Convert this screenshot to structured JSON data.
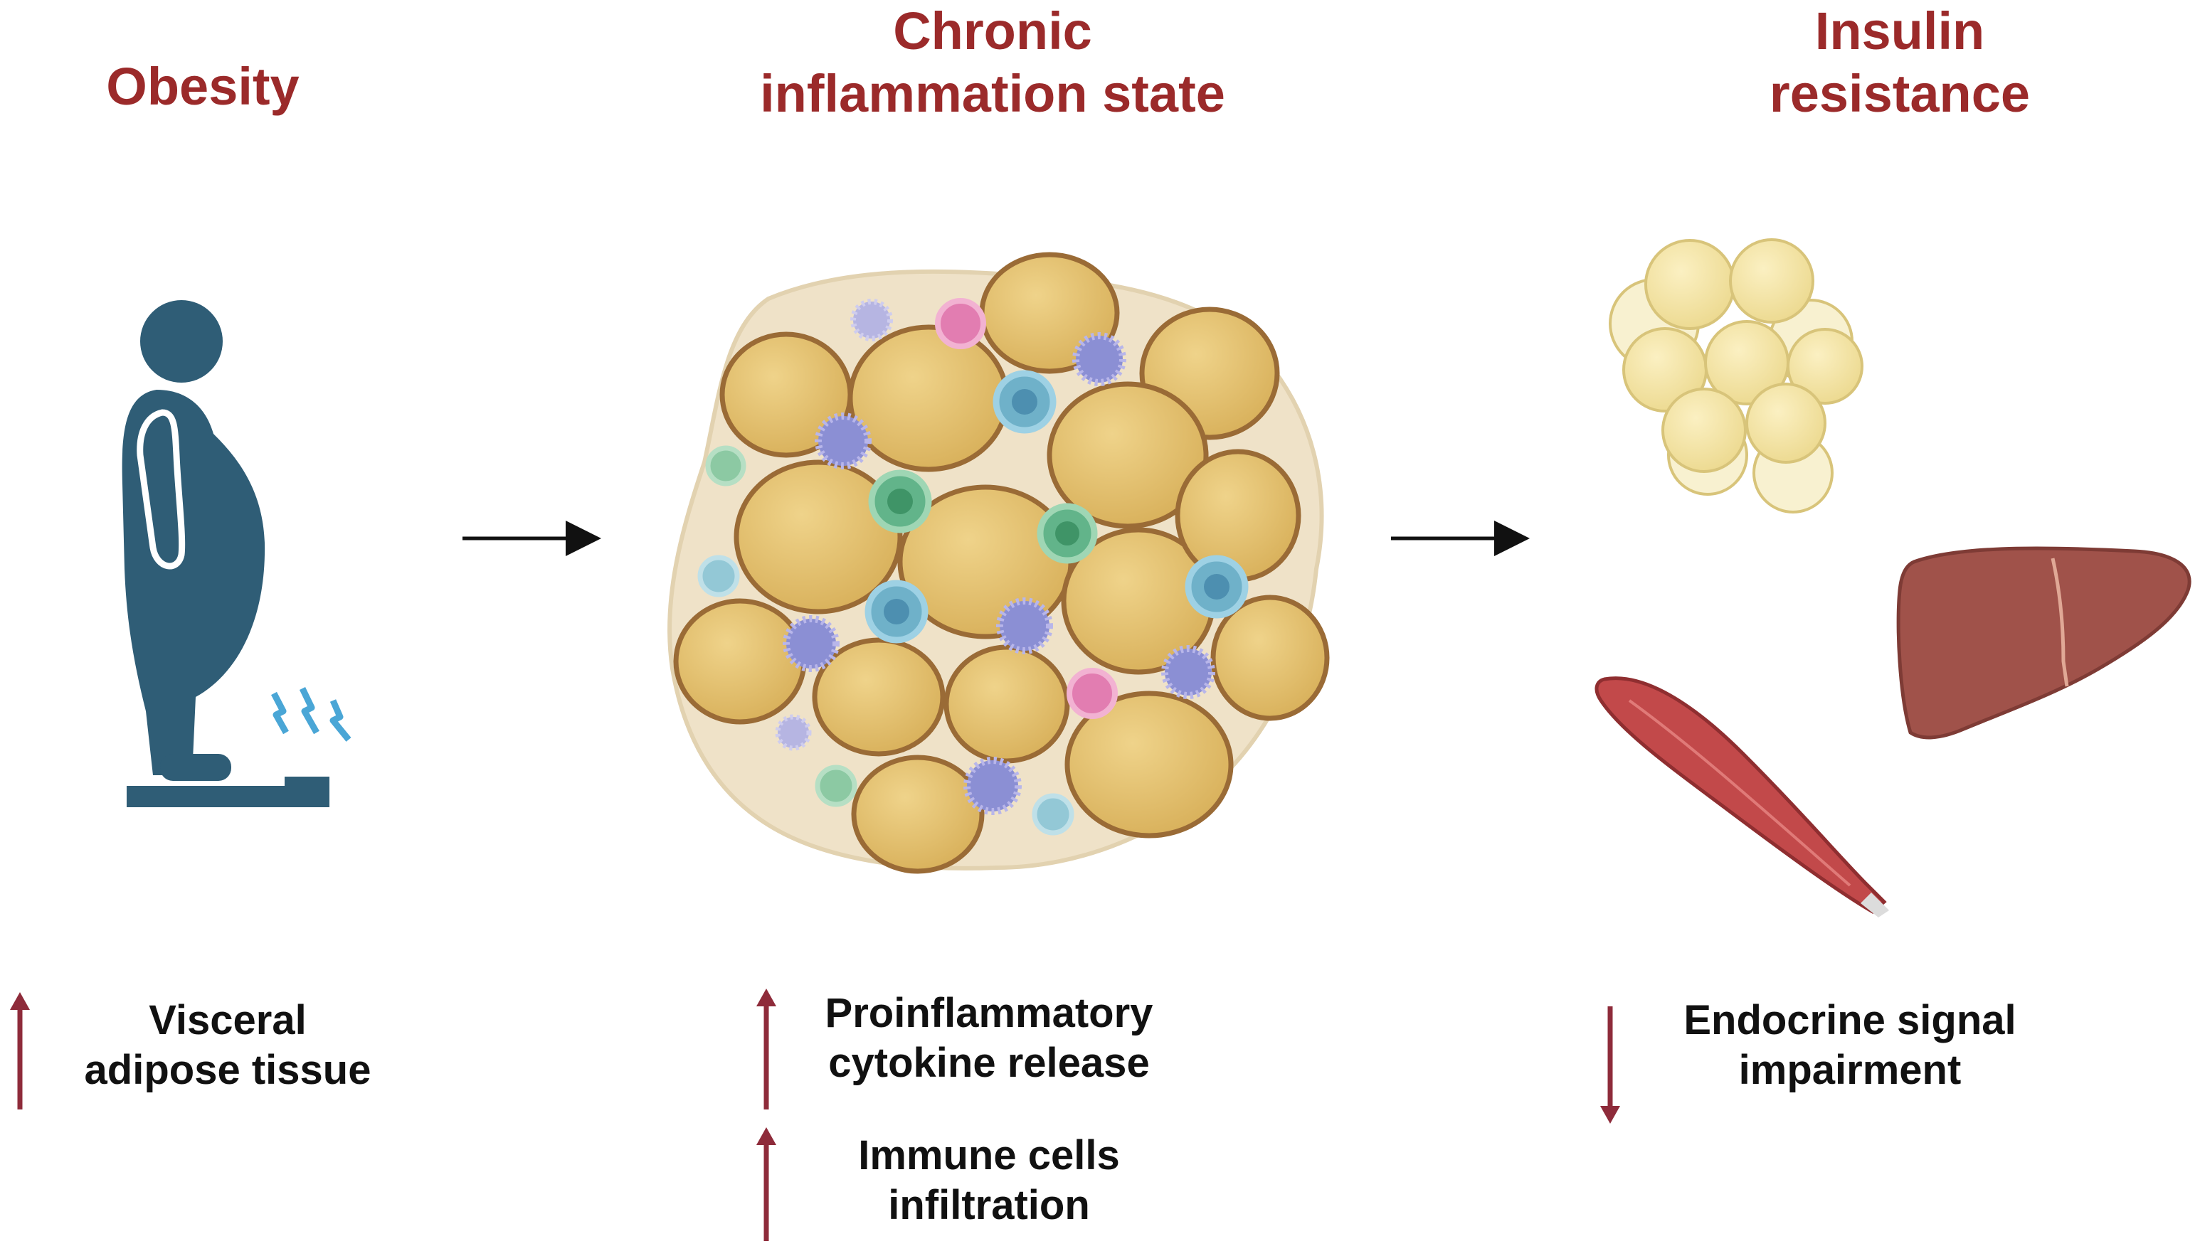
{
  "stages": [
    {
      "title_lines": [
        "Obesity"
      ]
    },
    {
      "title_lines": [
        "Chronic",
        "inflammation state"
      ]
    },
    {
      "title_lines": [
        "Insulin",
        "resistance"
      ]
    }
  ],
  "effects": {
    "visceral": {
      "direction": "up",
      "lines": [
        "Visceral",
        "adipose tissue"
      ]
    },
    "cytokine": {
      "direction": "up",
      "lines": [
        "Proinflammatory",
        "cytokine release"
      ]
    },
    "immune": {
      "direction": "up",
      "lines": [
        "Immune cells",
        "infiltration"
      ]
    },
    "endocrine": {
      "direction": "down",
      "lines": [
        "Endocrine signal",
        "impairment"
      ]
    }
  },
  "colors": {
    "title": "#9b2a2a",
    "arrow_up_down": "#8e2b3a",
    "person": "#2f5d76",
    "adipocyte": "#e2bf6a",
    "adipocyte_border": "#9a6b36",
    "liver": "#a0524a",
    "muscle": "#c2494a",
    "spark": "#4aa6d6"
  },
  "icons": [
    "person-on-scale-icon",
    "adipose-tissue-icon",
    "fat-cells-icon",
    "liver-icon",
    "muscle-icon"
  ]
}
